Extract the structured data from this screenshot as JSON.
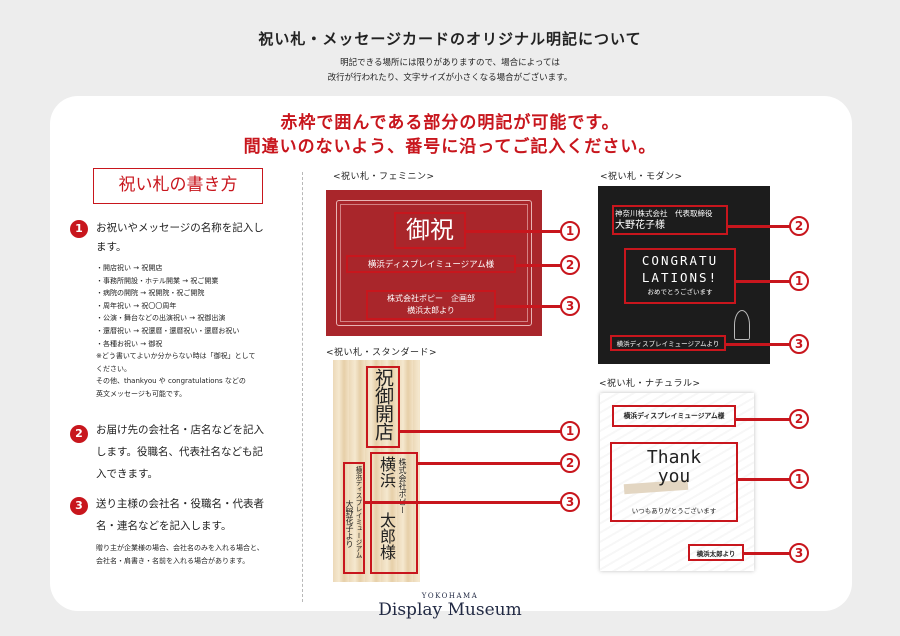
{
  "header": {
    "title": "祝い札・メッセージカードのオリジナル明記について",
    "sub1": "明記できる場所には限りがありますので、場合によっては",
    "sub2": "改行が行われたり、文字サイズが小さくなる場合がございます。"
  },
  "notice": {
    "line1": "赤枠で囲んである部分の明記が可能です。",
    "line2": "間違いのないよう、番号に沿ってご記入ください。"
  },
  "howto": {
    "title": "祝い札の書き方",
    "item1": {
      "num": "1",
      "text1": "お祝いやメッセージの名称を記入し",
      "text2": "ます。",
      "examples": [
        "・開店祝い → 祝開店",
        "・事務所開設・ホテル開業 → 祝ご開業",
        "・病院の開院 → 祝開院・祝ご開院",
        "・周年祝い → 祝〇〇周年",
        "・公演・舞台などの出演祝い → 祝御出演",
        "・還暦祝い → 祝還暦・還暦祝い・還暦お祝い",
        "・各種お祝い → 御祝",
        "※どう書いてよいか分からない時は「御祝」として",
        "ください。",
        "その他、thankyou や congratulations などの",
        "英文メッセージも可能です。"
      ]
    },
    "item2": {
      "num": "2",
      "lines": [
        "お届け先の会社名・店名などを記入",
        "します。役職名、代表社名なども記",
        "入できます。"
      ]
    },
    "item3": {
      "num": "3",
      "lines": [
        "送り主様の会社名・役職名・代表者",
        "名・連名などを記入します。"
      ],
      "notes": [
        "贈り主が企業様の場合、会社名のみを入れる場合と、",
        "会社名・肩書き・名前を入れる場合があります。"
      ]
    }
  },
  "feminine": {
    "caption": "<祝い札・フェミニン>",
    "title": "御祝",
    "recipient": "横浜ディスプレイミュージアム様",
    "sender1": "株式会社ポピー　企画部",
    "sender2": "横浜太郎より",
    "markers": [
      "1",
      "2",
      "3"
    ]
  },
  "standard": {
    "caption": "<祝い札・スタンダード>",
    "title": "祝御開店",
    "company": "株式会社ポピー",
    "name1": "横浜",
    "name2": "太郎様",
    "sender": "横浜ディスプレイミュージアム",
    "sender_name": "大野花子より",
    "markers": [
      "1",
      "2",
      "3"
    ]
  },
  "modern": {
    "caption": "<祝い札・モダン>",
    "recipient1": "神奈川株式会社　代表取締役",
    "recipient2": "大野花子様",
    "message1": "CONGRATU",
    "message2": "LATIONS!",
    "message3": "おめでとうございます",
    "sender": "横浜ディスプレイミュージアムより",
    "markers": [
      "2",
      "1",
      "3"
    ]
  },
  "natural": {
    "caption": "<祝い札・ナチュラル>",
    "recipient": "横浜ディスプレイミュージアム様",
    "message1": "Thank",
    "message2": "you",
    "message3": "いつもありがとうございます",
    "sender": "横浜太郎より",
    "markers": [
      "2",
      "1",
      "3"
    ]
  },
  "brand": {
    "small": "YOKOHAMA",
    "name": "Display Museum"
  },
  "colors": {
    "accent": "#c8161d",
    "feminine_bg": "#a9262b",
    "modern_bg": "#1c1c1c"
  }
}
